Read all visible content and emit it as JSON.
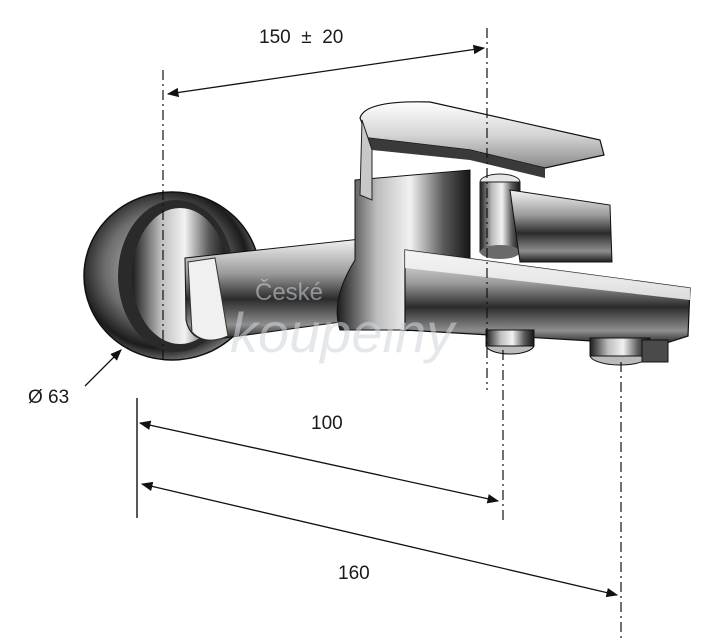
{
  "dimensions": {
    "center_spacing": "150  ±  20",
    "rosette_diameter": "Ø 63",
    "spout_to_outlet": "100",
    "spout_total": "160"
  },
  "watermark": {
    "line1": "České",
    "line2": "koupelny"
  }
}
